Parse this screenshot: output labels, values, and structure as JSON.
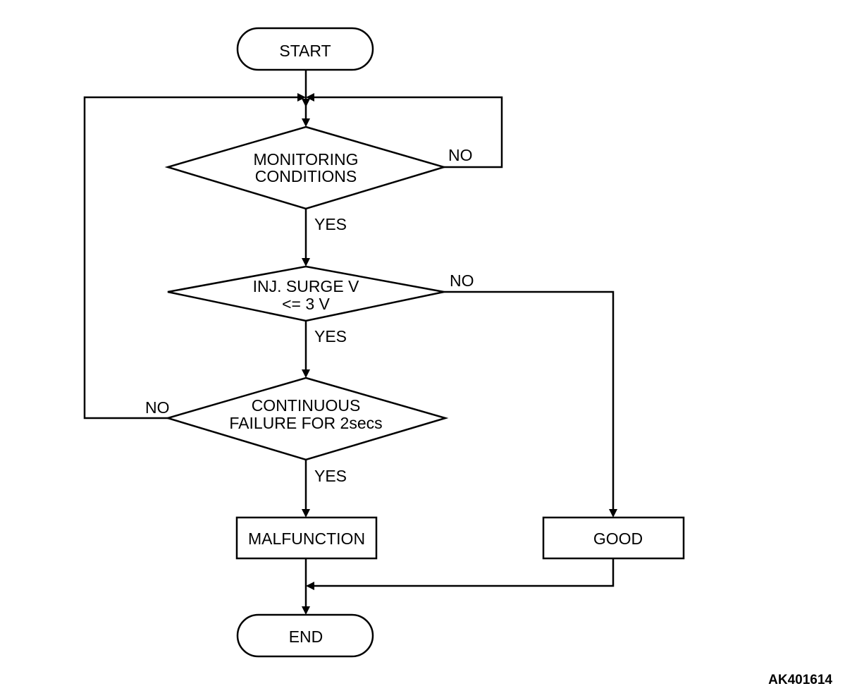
{
  "diagram": {
    "nodes": {
      "start": "START",
      "monitoring": [
        "MONITORING",
        "CONDITIONS"
      ],
      "inj_surge": [
        "INJ. SURGE V",
        "<= 3 V"
      ],
      "continuous": [
        "CONTINUOUS",
        "FAILURE FOR 2secs"
      ],
      "malfunction": "MALFUNCTION",
      "good": "GOOD",
      "end": "END"
    },
    "edges": {
      "monitoring_yes": "YES",
      "monitoring_no": "NO",
      "inj_yes": "YES",
      "inj_no": "NO",
      "continuous_yes": "YES",
      "continuous_no": "NO"
    },
    "reference_code": "AK401614"
  }
}
